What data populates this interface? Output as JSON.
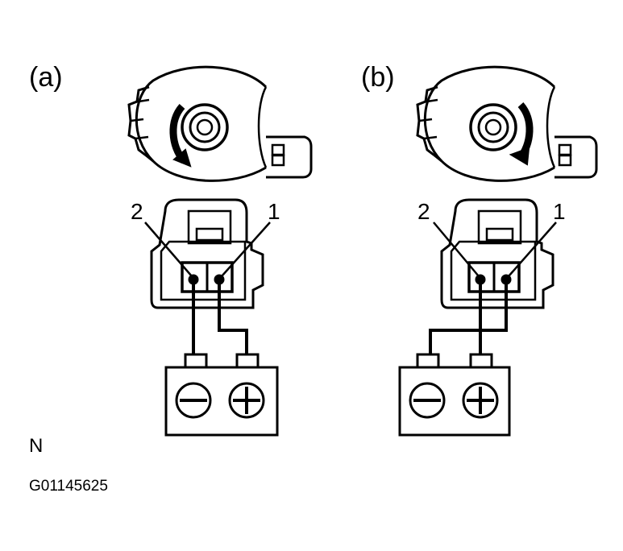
{
  "panels": [
    {
      "label": "(a)",
      "rotation": "counterclockwise",
      "pin_labels": [
        "2",
        "1"
      ],
      "battery": {
        "left_terminal": "minus",
        "right_terminal": "plus"
      }
    },
    {
      "label": "(b)",
      "rotation": "clockwise",
      "pin_labels": [
        "2",
        "1"
      ],
      "battery": {
        "left_terminal": "minus",
        "right_terminal": "plus"
      }
    }
  ],
  "footer": {
    "letter": "N",
    "code": "G01145625"
  },
  "colors": {
    "ink": "#000000",
    "background": "#ffffff"
  }
}
